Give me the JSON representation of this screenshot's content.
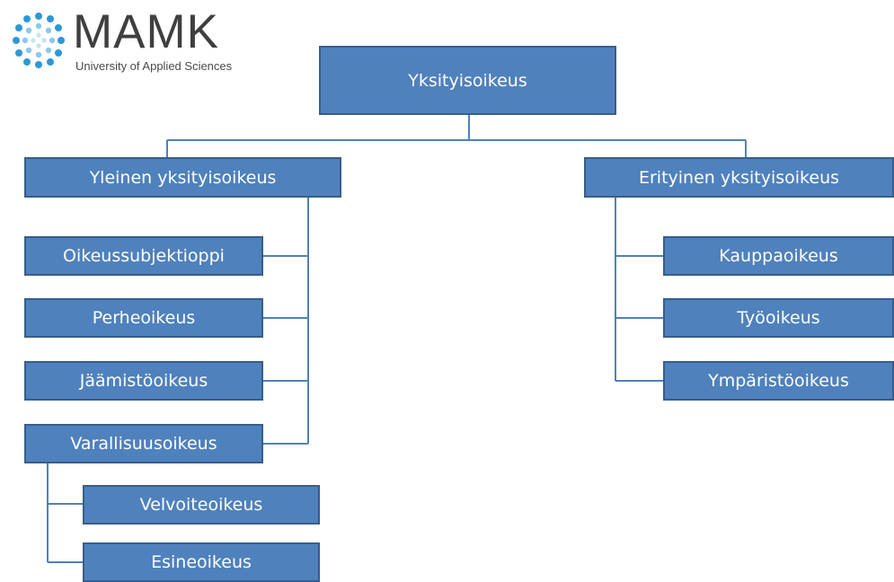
{
  "logo": {
    "name": "MAMK",
    "subtitle": "University of Applied Sciences"
  },
  "diagram": {
    "root": "Yksityisoikeus",
    "left_branch": {
      "label": "Yleinen yksityisoikeus",
      "children": [
        "Oikeussubjektioppi",
        "Perheoikeus",
        "Jäämistöoikeus",
        "Varallisuusoikeus"
      ],
      "sub_children": [
        "Velvoiteoikeus",
        "Esineoikeus"
      ]
    },
    "right_branch": {
      "label": "Erityinen yksityisoikeus",
      "children": [
        "Kauppaoikeus",
        "Työoikeus",
        "Ympäristöoikeus"
      ]
    }
  },
  "colors": {
    "box_fill": "#4f81bd",
    "box_border": "#385d8a",
    "connector": "#4f81bd",
    "text": "#ffffff"
  }
}
